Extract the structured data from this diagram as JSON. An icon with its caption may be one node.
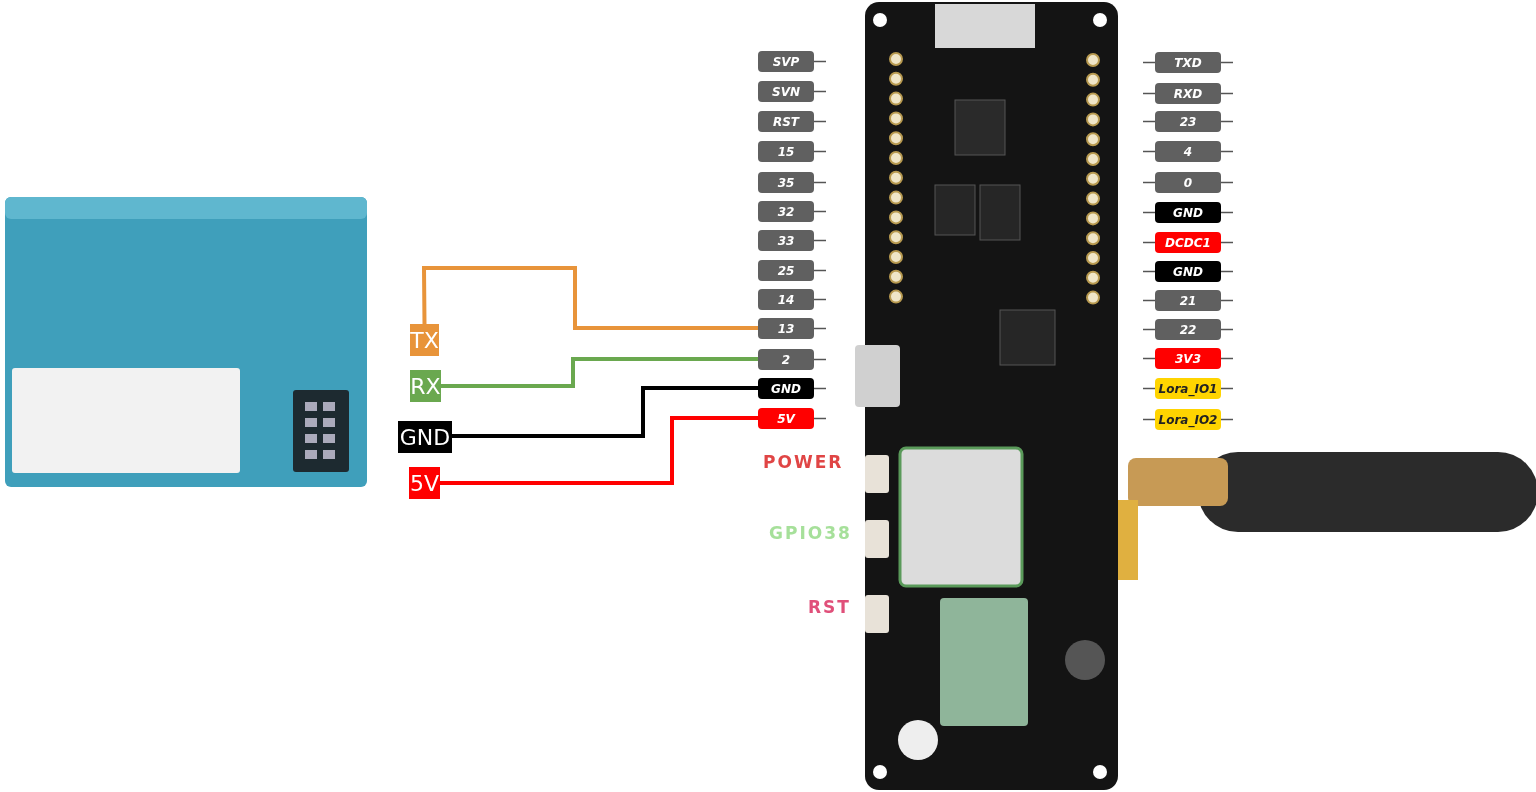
{
  "diagram": {
    "nodes": [
      {
        "text": [],
        "shape": "picture"
      },
      {
        "text": [
          "TX"
        ]
      },
      {
        "text": [
          "RX"
        ]
      },
      {
        "text": [
          "GND"
        ]
      },
      {
        "text": [
          "5V"
        ]
      },
      {
        "text": [],
        "shape": "picture"
      },
      {
        "text": [
          "SVP"
        ]
      },
      {
        "text": [
          "SVN"
        ]
      },
      {
        "text": [
          "RST"
        ]
      },
      {
        "text": [
          "15"
        ]
      },
      {
        "text": [
          "35"
        ]
      },
      {
        "text": [
          "32"
        ]
      },
      {
        "text": [
          "33"
        ]
      },
      {
        "text": [
          "25"
        ]
      },
      {
        "text": [
          "14"
        ]
      },
      {
        "text": [
          "13"
        ]
      },
      {
        "text": [
          "2"
        ]
      },
      {
        "text": [
          "GND"
        ]
      },
      {
        "text": [
          "5V"
        ]
      },
      {
        "text": [
          "TXD"
        ]
      },
      {
        "text": [
          "RXD"
        ]
      },
      {
        "text": [
          "23"
        ]
      },
      {
        "text": [
          "4"
        ]
      },
      {
        "text": [
          "0"
        ]
      },
      {
        "text": [
          "GND"
        ]
      },
      {
        "text": [
          "DCDC1"
        ]
      },
      {
        "text": [
          "GND"
        ]
      },
      {
        "text": [
          "21"
        ]
      },
      {
        "text": [
          "22"
        ]
      },
      {
        "text": [
          "3V3"
        ]
      },
      {
        "text": [
          "Lora_IO1"
        ]
      },
      {
        "text": [
          "Lora_IO2"
        ]
      }
    ],
    "edges": [
      {
        "from": 1,
        "to": 15,
        "arrow": "none",
        "color": "#e8943a"
      },
      {
        "from": 2,
        "to": 16,
        "arrow": "none",
        "color": "#6aa84f"
      },
      {
        "from": 3,
        "to": 17,
        "arrow": "none",
        "color": "#000000"
      },
      {
        "from": 4,
        "to": 18,
        "arrow": "none",
        "color": "#ff0000"
      }
    ],
    "labels": [
      "POWER",
      "GPIO38",
      "RST"
    ]
  }
}
